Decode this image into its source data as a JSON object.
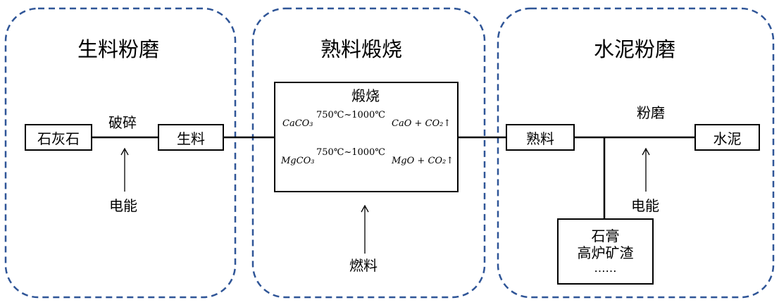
{
  "stages": {
    "raw_grinding": "生料粉磨",
    "clinker_calcination": "熟料煅烧",
    "cement_grinding": "水泥粉磨"
  },
  "nodes": {
    "limestone": "石灰石",
    "raw_meal": "生料",
    "clinker": "熟料",
    "cement": "水泥",
    "additives_line1": "石膏",
    "additives_line2": "高炉矿渣",
    "additives_line3": "……"
  },
  "labels": {
    "crushing": "破碎",
    "electricity_1": "电能",
    "fuel": "燃料",
    "grinding": "粉磨",
    "electricity_2": "电能"
  },
  "calcination": {
    "title": "煅烧",
    "reaction1": {
      "reactant": "CaCO₃",
      "condition": "750℃~1000℃",
      "products": "CaO + CO₂↑"
    },
    "reaction2": {
      "reactant": "MgCO₃",
      "condition": "750℃~1000℃",
      "products": "MgO + CO₂↑"
    }
  },
  "colors": {
    "dashed_border": "#2f5597",
    "line": "#000000"
  }
}
